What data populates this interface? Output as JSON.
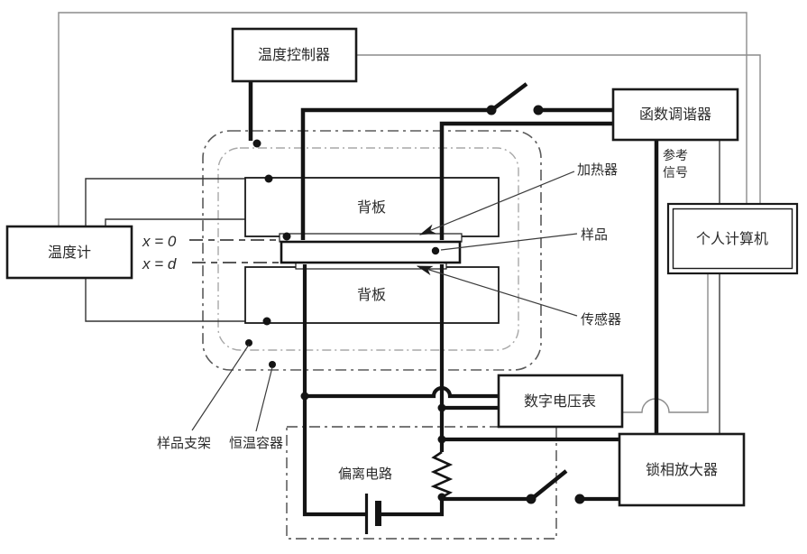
{
  "diagram": {
    "boxes": {
      "temp_controller": "温度控制器",
      "function_tuner": "函数调谐器",
      "personal_computer": "个人计算机",
      "thermometer": "温度计",
      "backplate_top": "背板",
      "backplate_bottom": "背板",
      "digital_voltmeter": "数字电压表",
      "lockin_amplifier": "锁相放大器",
      "bias_circuit": "偏离电路"
    },
    "labels": {
      "heater": "加热器",
      "sample": "样品",
      "sensor": "传感器",
      "ref_signal_line1": "参考",
      "ref_signal_line2": "信号",
      "sample_holder": "样品支架",
      "thermostat_vessel": "恒温容器",
      "x0": "x = 0",
      "xd": "x = d"
    },
    "colors": {
      "wire_thick": "#141414",
      "wire_thin": "#333333",
      "bus_gray": "#8c8c8c",
      "container_outer": "#5a5a5a",
      "container_inner": "#a8a8a8",
      "box_border": "#1a1a1a"
    }
  }
}
